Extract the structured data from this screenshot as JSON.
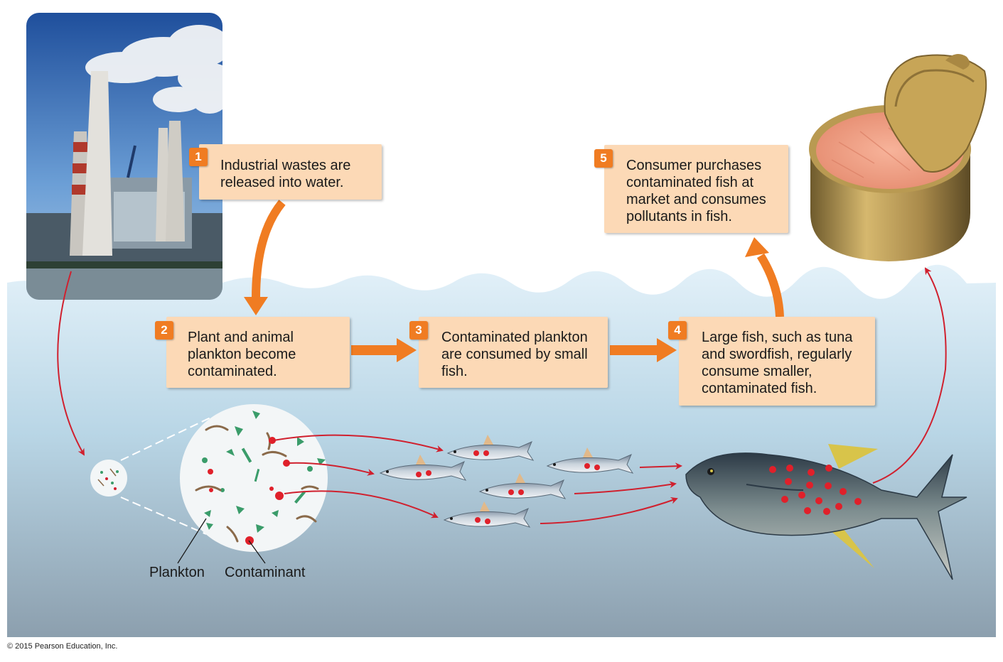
{
  "steps": [
    {
      "number": "1",
      "text": "Industrial wastes are released into water."
    },
    {
      "number": "2",
      "text": "Plant and animal plankton become contaminated."
    },
    {
      "number": "3",
      "text": "Contaminated plankton are consumed by small fish."
    },
    {
      "number": "4",
      "text": "Large fish, such as tuna and swordfish, regularly consume smaller, contaminated fish."
    },
    {
      "number": "5",
      "text": "Consumer purchases contaminated fish at market and consumes pollutants in fish."
    }
  ],
  "labels": {
    "plankton": "Plankton",
    "contaminant": "Contaminant"
  },
  "footer": {
    "copyright": "© 2015 Pearson Education, Inc."
  },
  "colors": {
    "water_top": "#d6ecf7",
    "water_bottom": "#8fa3b3",
    "box_fill": "#fcd9b6",
    "number_badge": "#f07c22",
    "flow_arrow": "#f07c22",
    "contaminant_arrow": "#d0202e",
    "contaminant_dot": "#e0202a"
  }
}
